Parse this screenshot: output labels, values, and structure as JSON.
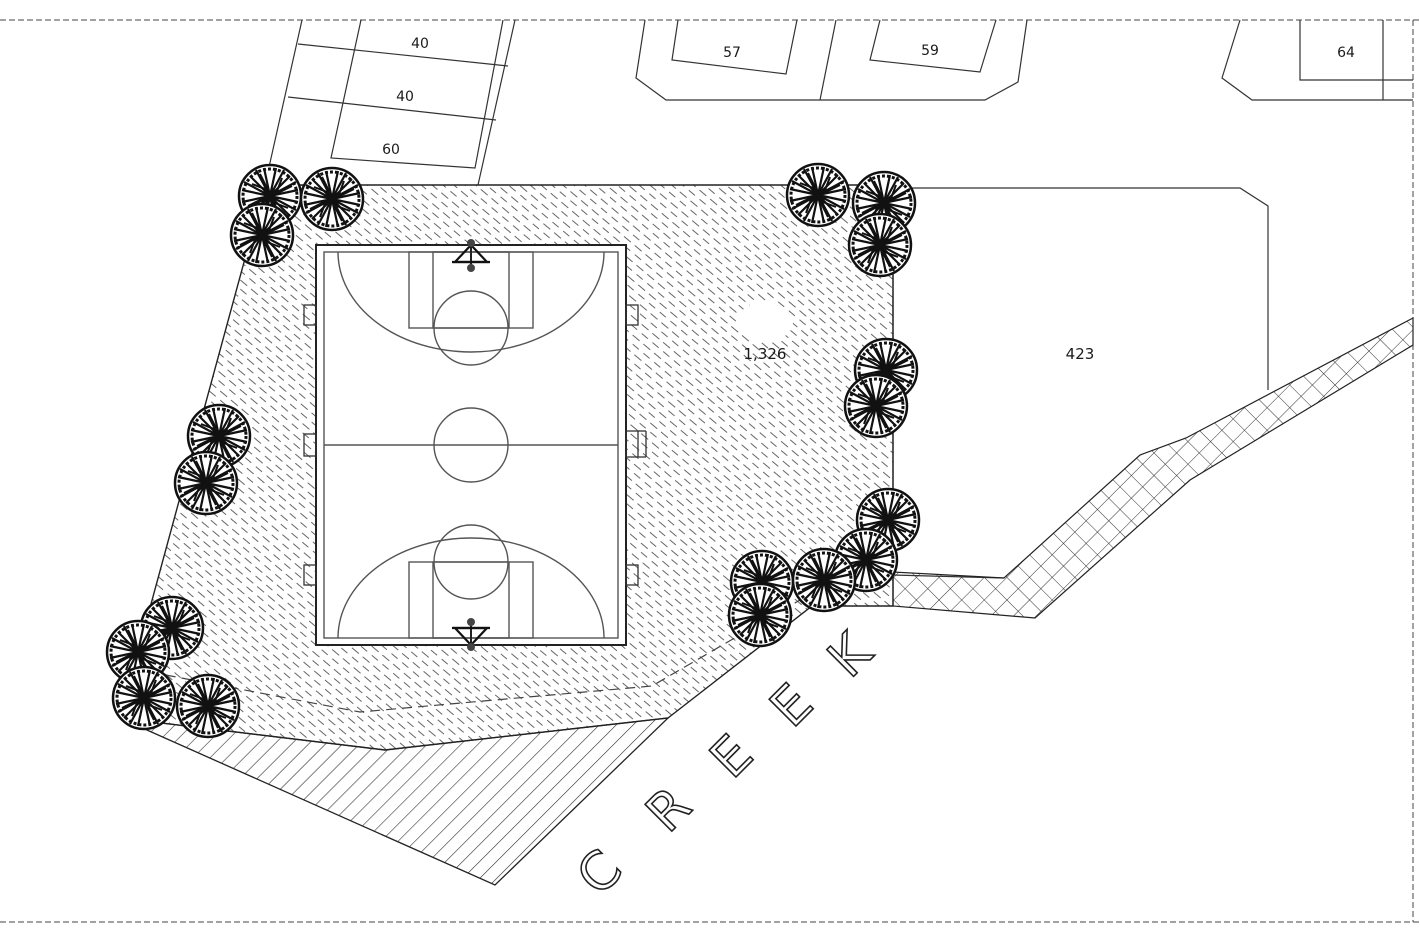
{
  "lot_labels": {
    "lot_a": "40",
    "lot_b": "40",
    "lot_c": "60",
    "lot_d": "57",
    "lot_e": "59",
    "lot_f": "64"
  },
  "area_labels": {
    "park_area": "1,326",
    "adjacent_area": "423"
  },
  "creek_letters": [
    "C",
    "R",
    "E",
    "E",
    "K"
  ],
  "colors": {
    "line": "#222222",
    "hatch": "#555555",
    "background": "#ffffff"
  }
}
